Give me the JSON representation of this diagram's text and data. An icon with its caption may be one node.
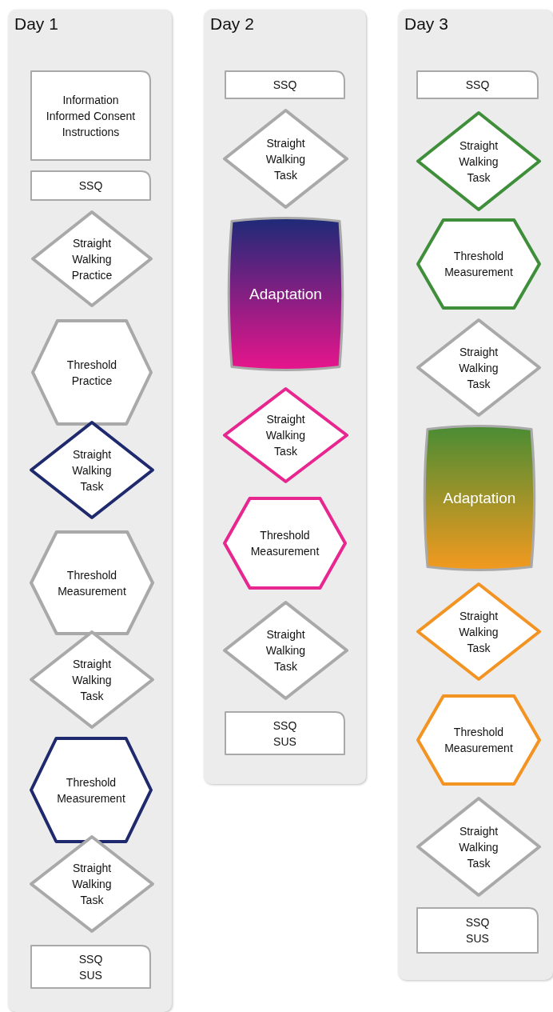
{
  "diagram": {
    "nodes": [
      {
        "text": [
          "Day 1"
        ]
      },
      {
        "text": [
          "Information",
          "Informed Consent",
          "Instructions"
        ],
        "in": 0
      },
      {
        "text": [
          "SSQ"
        ],
        "in": 0
      },
      {
        "text": [
          "Straight Walking Practice"
        ],
        "in": 0
      },
      {
        "text": [
          "Threshold Practice"
        ],
        "in": 0
      },
      {
        "text": [
          "Straight Walking Task"
        ],
        "in": 0
      },
      {
        "text": [
          "Threshold Measurement"
        ],
        "in": 0
      },
      {
        "text": [
          "Straight Walking Task"
        ],
        "in": 0
      },
      {
        "text": [
          "Threshold Measurement"
        ],
        "in": 0
      },
      {
        "text": [
          "Straight Walking Task"
        ],
        "in": 0
      },
      {
        "text": [
          "SSQ",
          "SUS"
        ],
        "in": 0
      },
      {
        "text": [
          "Day 2"
        ]
      },
      {
        "text": [
          "SSQ"
        ],
        "in": 11
      },
      {
        "text": [
          "Straight Walking Task"
        ],
        "in": 11
      },
      {
        "text": [
          "Adaptation"
        ],
        "in": 11
      },
      {
        "text": [
          "Straight Walking Task"
        ],
        "in": 11
      },
      {
        "text": [
          "Threshold Measurement"
        ],
        "in": 11
      },
      {
        "text": [
          "Straight Walking Task"
        ],
        "in": 11
      },
      {
        "text": [
          "SSQ",
          "SUS"
        ],
        "in": 11
      },
      {
        "text": [
          "Day 3"
        ]
      },
      {
        "text": [
          "SSQ"
        ],
        "in": 19
      },
      {
        "text": [
          "Straight Walking Task"
        ],
        "in": 19
      },
      {
        "text": [
          "Threshold Measurement"
        ],
        "in": 19
      },
      {
        "text": [
          "Straight Walking Task"
        ],
        "in": 19
      },
      {
        "text": [
          "Adaptation"
        ],
        "in": 19
      },
      {
        "text": [
          "Straight Walking Task"
        ],
        "in": 19
      },
      {
        "text": [
          "Threshold Measurement"
        ],
        "in": 19
      },
      {
        "text": [
          "Straight Walking Task"
        ],
        "in": 19
      },
      {
        "text": [
          "SSQ",
          "SUS"
        ],
        "in": 19
      }
    ]
  }
}
